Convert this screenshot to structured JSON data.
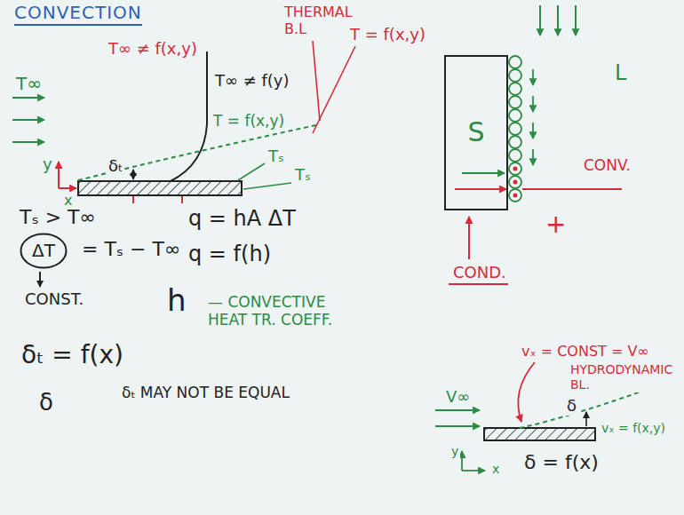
{
  "diagram": {
    "title": "CONVECTION",
    "nodes": [
      {
        "text": [
          "S"
        ]
      },
      {
        "text": [
          "ΔT"
        ]
      }
    ],
    "labels": [
      "T∞",
      "y",
      "x",
      "δₜ",
      "T∞ ≠ f(x,y)",
      "T∞ ≠ f(y)",
      "THERMAL B.L",
      "T = f(x,y)",
      "T = f(x,y)",
      "Tₛ",
      "Tₛ",
      "Tₛ > T∞",
      "q = hA ΔT",
      "= Tₛ − T∞",
      "CONST.",
      "q = f(h)",
      "h",
      "— CONVECTIVE HEAT TR. COEFF.",
      "δₜ = f(x)",
      "δ",
      "δₜ MAY NOT BE EQUAL",
      "L",
      "CONV.",
      "+",
      "COND.",
      "vₓ = CONST = V∞",
      "HYDRODYNAMIC BL.",
      "V∞",
      "δ",
      "vₓ = f(x,y)",
      "y",
      "x",
      "δ = f(x)"
    ]
  }
}
